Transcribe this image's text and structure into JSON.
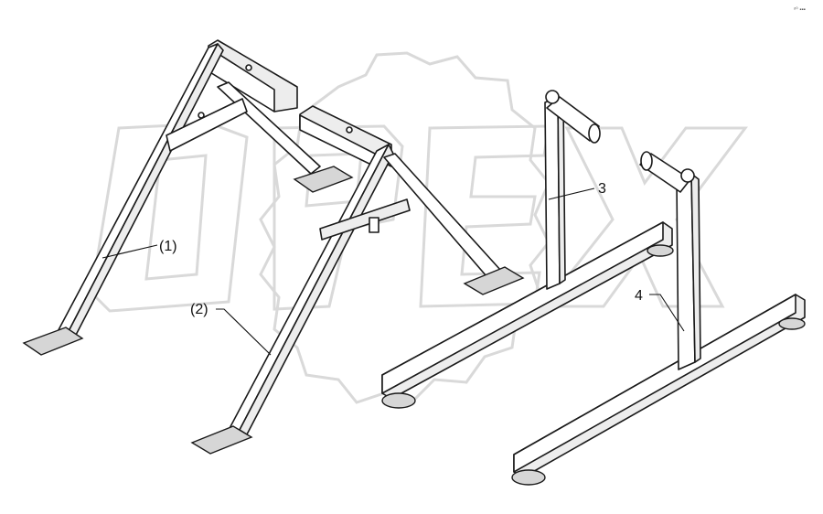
{
  "watermark": {
    "text": "OPEX"
  },
  "corner_mark": "ᵒ⁰ ▪▪▪",
  "callouts": [
    {
      "id": "c1",
      "label": "(1)"
    },
    {
      "id": "c2",
      "label": "(2)"
    },
    {
      "id": "c3",
      "label": "3"
    },
    {
      "id": "c4",
      "label": "4"
    }
  ]
}
